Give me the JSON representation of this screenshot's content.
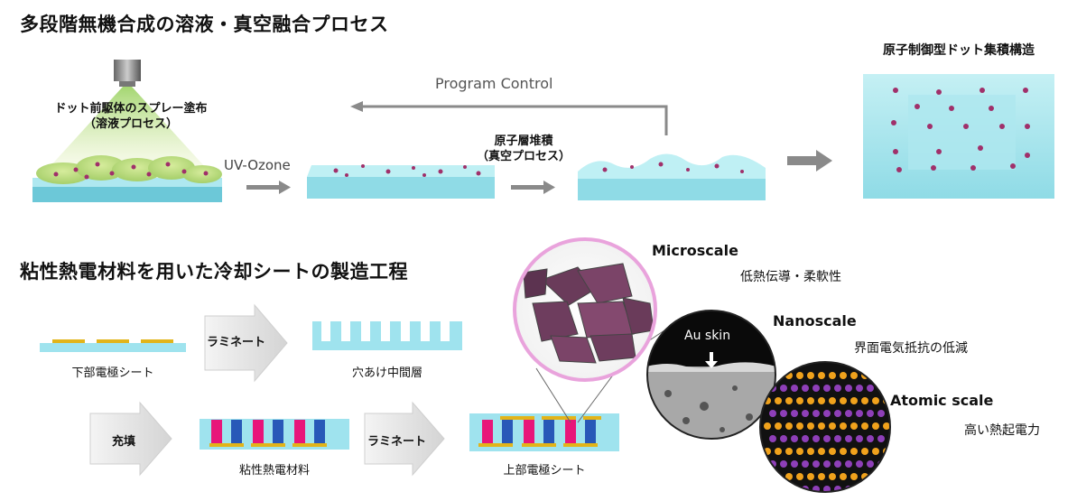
{
  "section1": {
    "title": "多段階無機合成の溶液・真空融合プロセス",
    "spray_label_line1": "ドット前駆体のスプレー塗布",
    "spray_label_line2": "（溶液プロセス）",
    "uv_ozone": "UV-Ozone",
    "program_control": "Program Control",
    "ald_label_line1": "原子層堆積",
    "ald_label_line2": "（真空プロセス）",
    "result_title": "原子制御型ドット集積構造"
  },
  "section2": {
    "title": "粘性熱電材料を用いた冷却シートの製造工程",
    "lower_electrode": "下部電極シート",
    "perforated_layer": "穴あけ中間層",
    "laminate_1": "ラミネート",
    "fill": "充填",
    "thermoelectric": "粘性熱電材料",
    "laminate_2": "ラミネート",
    "upper_electrode": "上部電極シート"
  },
  "scales": {
    "micro_title": "Microscale",
    "micro_desc": "低熱伝導・柔軟性",
    "nano_title": "Nanoscale",
    "nano_desc": "界面電気抵抗の低減",
    "au_skin": "Au skin",
    "atomic_title": "Atomic scale",
    "atomic_desc": "高い熱起電力"
  },
  "colors": {
    "substrate": "#9fe3ee",
    "substrate_side": "#6cc8d8",
    "dot": "#a0306a",
    "gold": "#e2b419",
    "pink": "#e8157a",
    "blue": "#2858b8",
    "arrow_grey": "#8a8a8a",
    "micro_ring": "#e9a3dc"
  },
  "icons": {
    "spray_nozzle": "nozzle-icon",
    "process_arrow": "right-arrow-icon",
    "feedback_arrow": "left-arrow-icon"
  }
}
